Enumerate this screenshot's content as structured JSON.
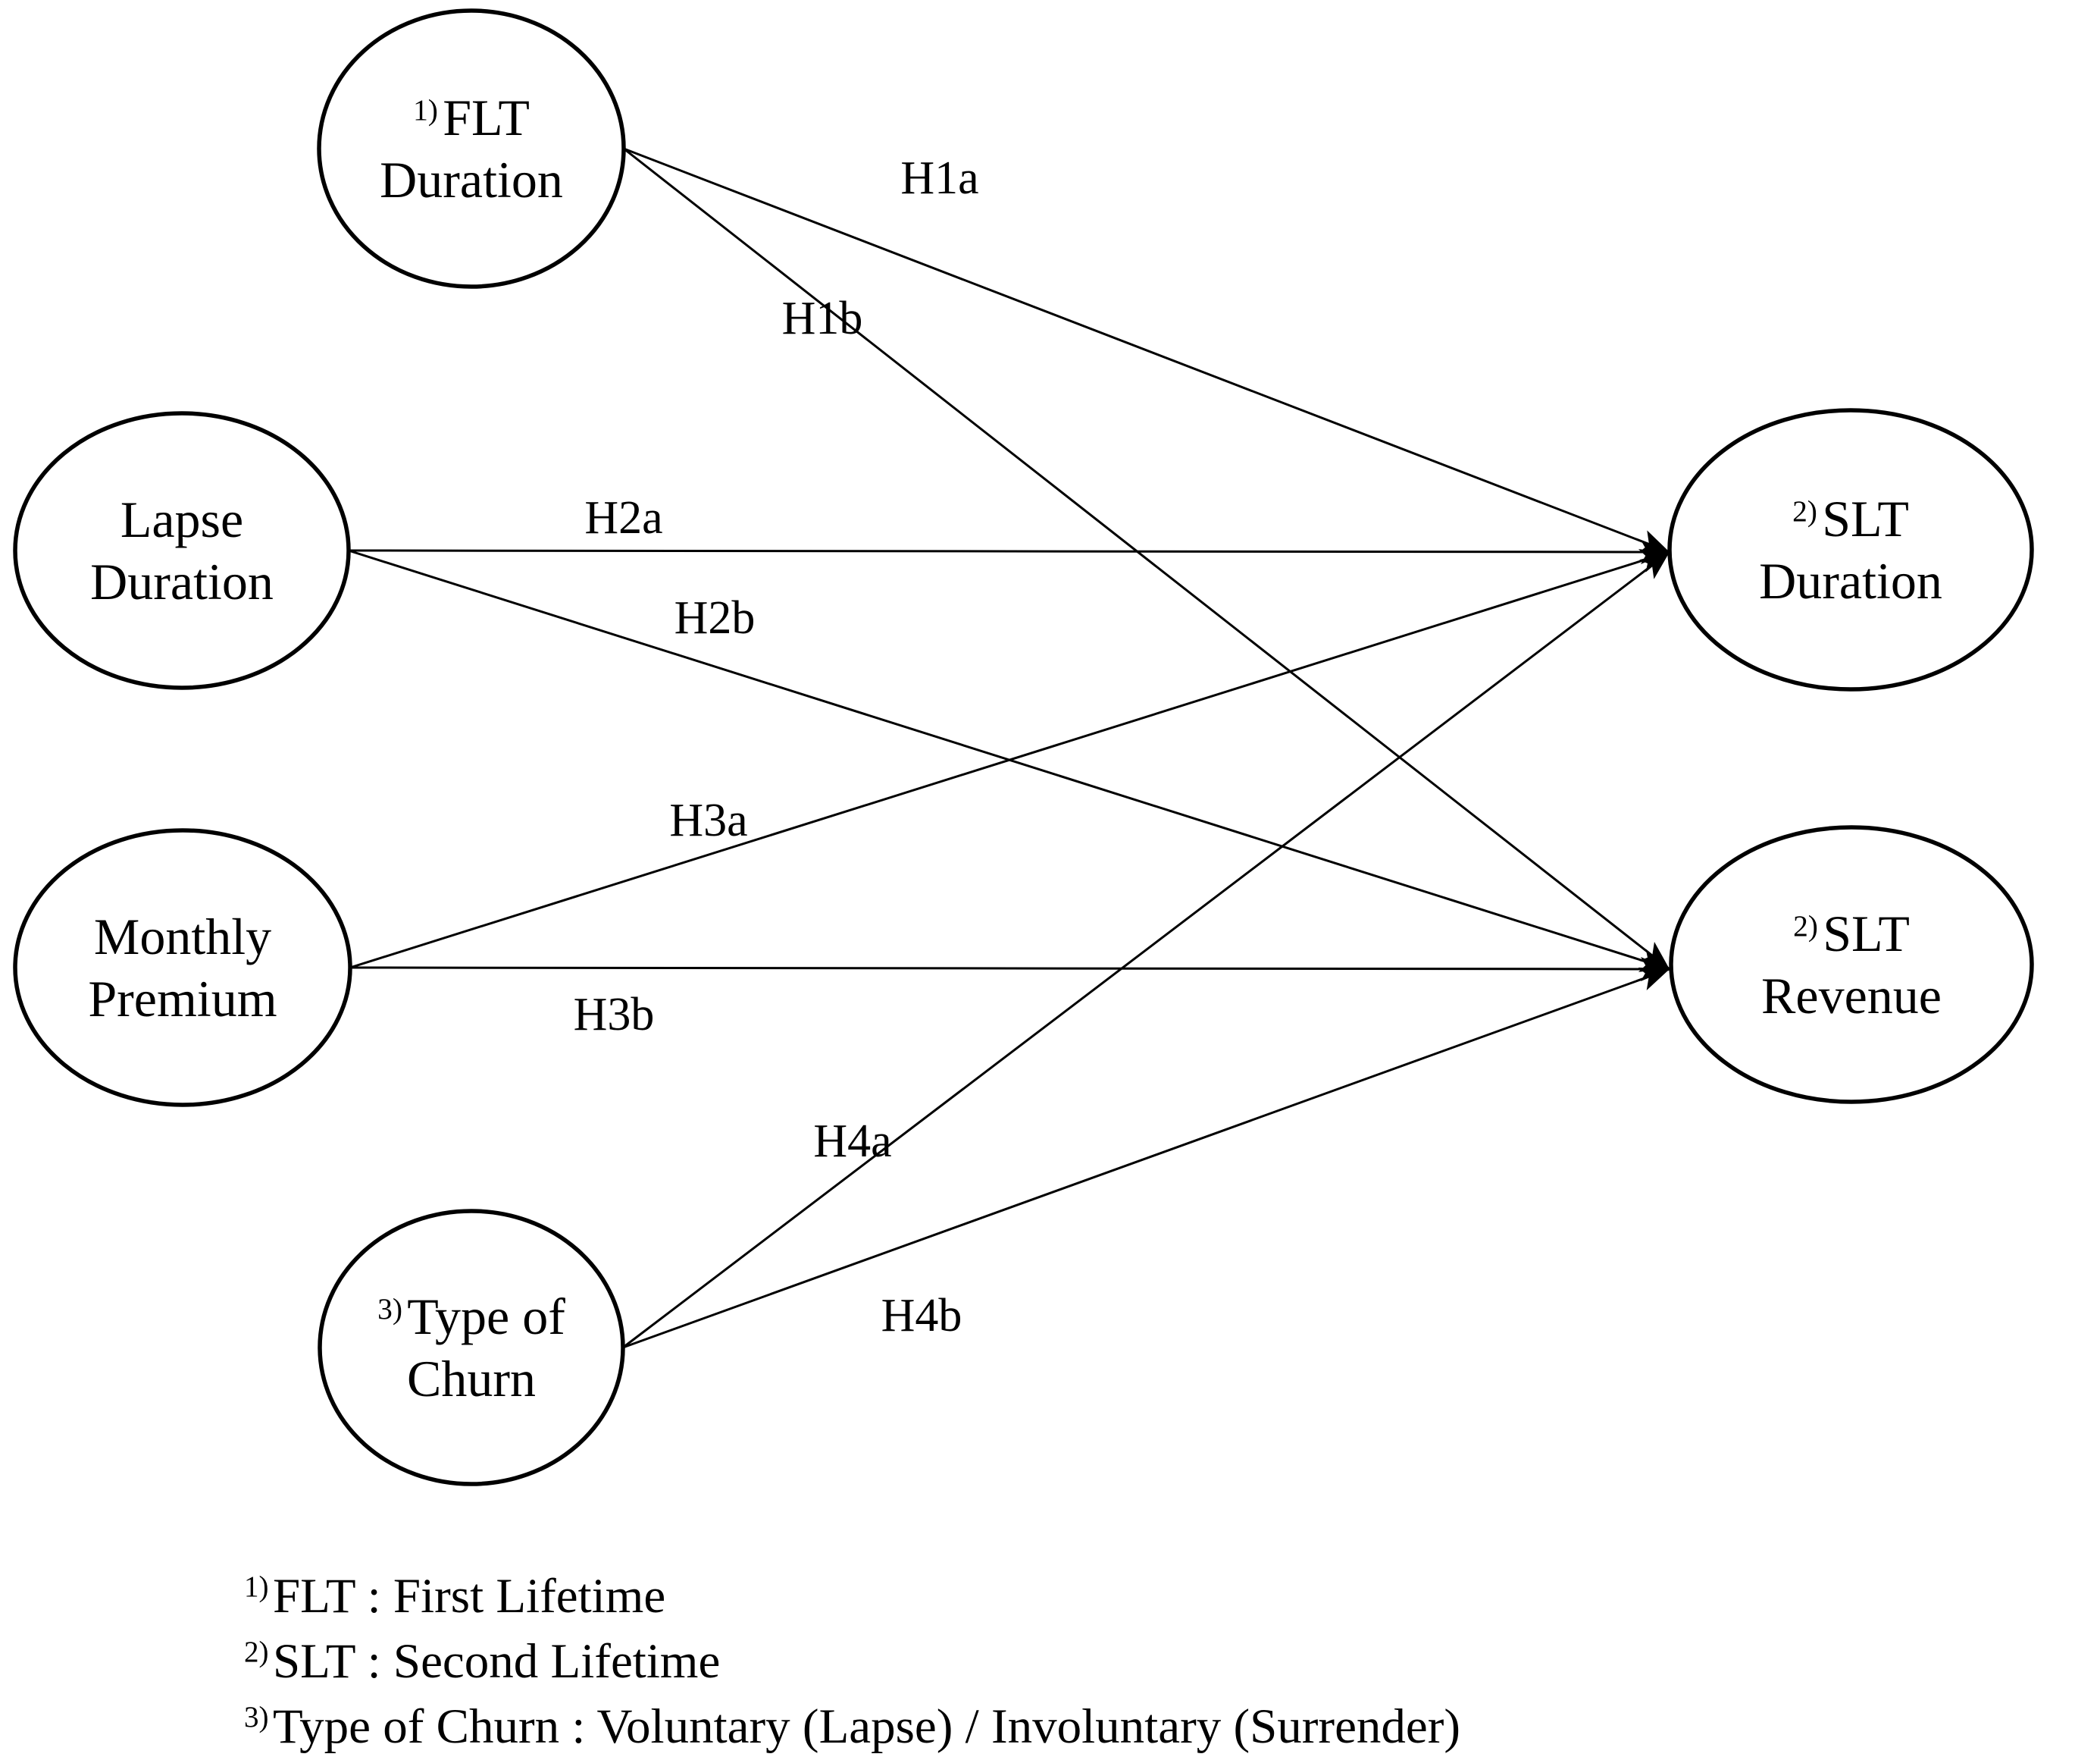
{
  "figure": {
    "background_color": "#ffffff",
    "line_color": "#000000",
    "text_color": "#000000"
  },
  "nodes": [
    {
      "id": "flt-duration",
      "sup": "1)",
      "line1": "FLT",
      "line2": "Duration"
    },
    {
      "id": "lapse-duration",
      "line1": "Lapse",
      "line2": "Duration"
    },
    {
      "id": "monthly-premium",
      "line1": "Monthly",
      "line2": "Premium"
    },
    {
      "id": "type-of-churn",
      "sup": "3)",
      "line1": "Type of",
      "line2": "Churn"
    },
    {
      "id": "slt-duration",
      "sup": "2)",
      "line1": "SLT",
      "line2": "Duration"
    },
    {
      "id": "slt-revenue",
      "sup": "2)",
      "line1": "SLT",
      "line2": "Revenue"
    }
  ],
  "edges": [
    {
      "label": "H1a",
      "from": "FLT Duration",
      "to": "SLT Duration"
    },
    {
      "label": "H1b",
      "from": "FLT Duration",
      "to": "SLT Revenue"
    },
    {
      "label": "H2a",
      "from": "Lapse Duration",
      "to": "SLT Duration"
    },
    {
      "label": "H2b",
      "from": "Lapse Duration",
      "to": "SLT Revenue"
    },
    {
      "label": "H3a",
      "from": "Monthly Premium",
      "to": "SLT Duration"
    },
    {
      "label": "H3b",
      "from": "Monthly Premium",
      "to": "SLT Revenue"
    },
    {
      "label": "H4a",
      "from": "Type of Churn",
      "to": "SLT Duration"
    },
    {
      "label": "H4b",
      "from": "Type of Churn",
      "to": "SLT Revenue"
    }
  ],
  "footnotes": [
    {
      "sup": "1)",
      "text": "FLT : First Lifetime"
    },
    {
      "sup": "2)",
      "text": "SLT : Second Lifetime"
    },
    {
      "sup": "3)",
      "text": "Type of Churn : Voluntary (Lapse) / Involuntary (Surrender)"
    }
  ]
}
